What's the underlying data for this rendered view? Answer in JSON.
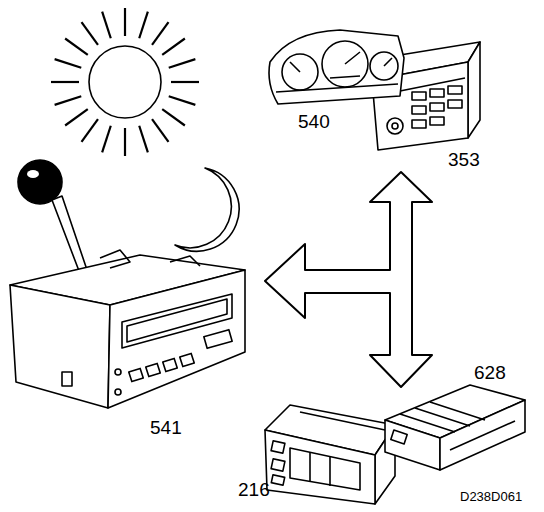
{
  "diagram": {
    "labels": [
      "540",
      "353",
      "541",
      "216",
      "628",
      "D238D061"
    ]
  }
}
